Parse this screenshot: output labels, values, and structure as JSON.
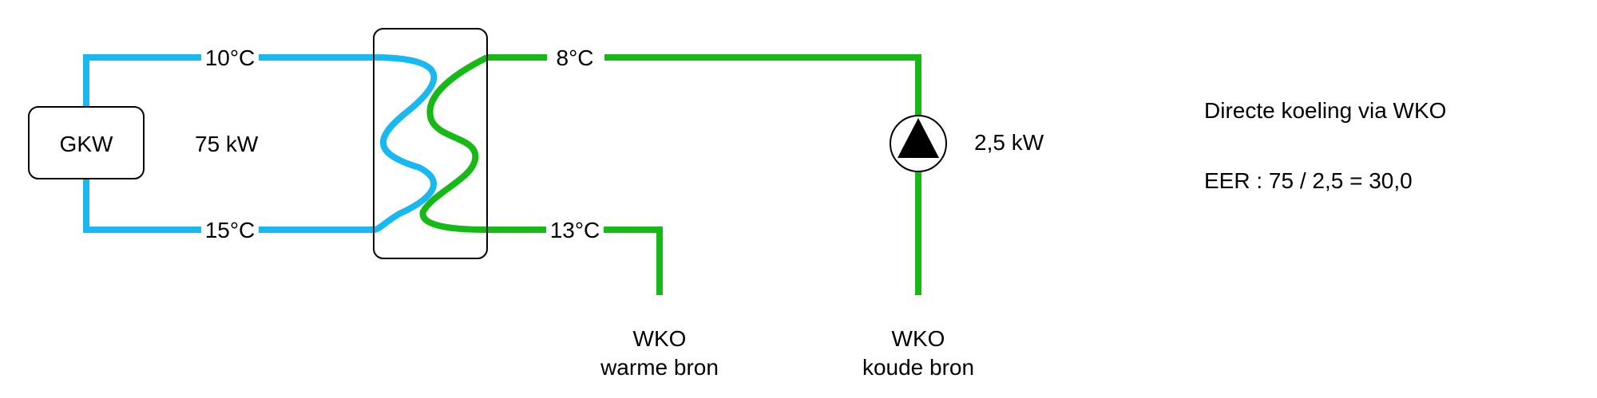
{
  "colors": {
    "primary_loop": "#1ab8ee",
    "secondary_loop": "#18b818",
    "outline": "#000000",
    "background": "#ffffff"
  },
  "gkw": {
    "label": "GKW"
  },
  "primary": {
    "supply_temp": "10°C",
    "return_temp": "15°C",
    "capacity": "75 kW"
  },
  "secondary": {
    "supply_temp": "8°C",
    "return_temp": "13°C"
  },
  "pump": {
    "icon": "pump-icon",
    "power": "2,5 kW"
  },
  "warm_source": {
    "line1": "WKO",
    "line2": "warme bron"
  },
  "cold_source": {
    "line1": "WKO",
    "line2": "koude bron"
  },
  "info": {
    "title": "Directe koeling via WKO",
    "eer": "EER : 75 / 2,5 = 30,0"
  }
}
